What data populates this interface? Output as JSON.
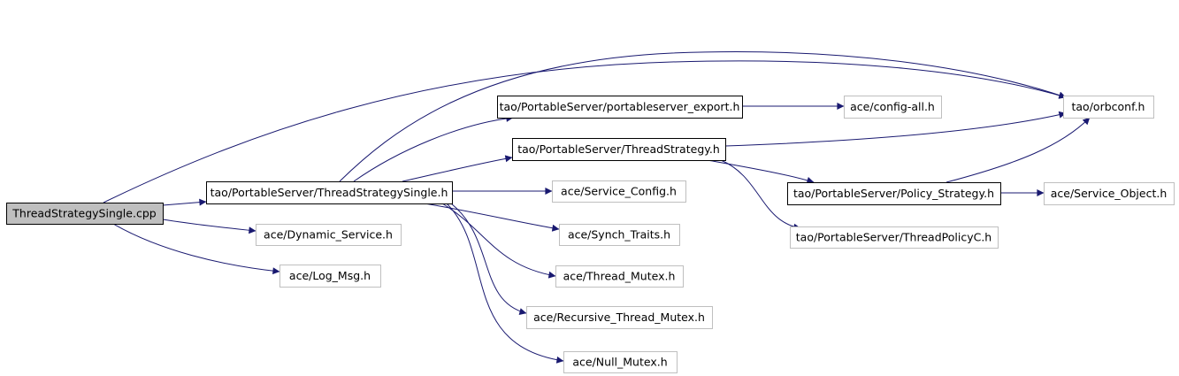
{
  "colors": {
    "edge": "#191970",
    "box_plain": "#bfbfbf",
    "box_documented": "#000000",
    "root_fill": "#bfbfbf"
  },
  "diagram": {
    "nodes": [
      {
        "id": "root",
        "label": "ThreadStrategySingle.cpp",
        "kind": "root"
      },
      {
        "id": "tss_h",
        "label": "tao/PortableServer/ThreadStrategySingle.h",
        "kind": "documented"
      },
      {
        "id": "dyn_svc",
        "label": "ace/Dynamic_Service.h",
        "kind": "plain"
      },
      {
        "id": "log_msg",
        "label": "ace/Log_Msg.h",
        "kind": "plain"
      },
      {
        "id": "ps_export",
        "label": "tao/PortableServer/portableserver_export.h",
        "kind": "documented"
      },
      {
        "id": "ts_h",
        "label": "tao/PortableServer/ThreadStrategy.h",
        "kind": "documented"
      },
      {
        "id": "svc_cfg",
        "label": "ace/Service_Config.h",
        "kind": "plain"
      },
      {
        "id": "synch",
        "label": "ace/Synch_Traits.h",
        "kind": "plain"
      },
      {
        "id": "thr_mutex",
        "label": "ace/Thread_Mutex.h",
        "kind": "plain"
      },
      {
        "id": "rec_mutex",
        "label": "ace/Recursive_Thread_Mutex.h",
        "kind": "plain"
      },
      {
        "id": "null_mutex",
        "label": "ace/Null_Mutex.h",
        "kind": "plain"
      },
      {
        "id": "cfg_all",
        "label": "ace/config-all.h",
        "kind": "plain"
      },
      {
        "id": "orbconf",
        "label": "tao/orbconf.h",
        "kind": "plain"
      },
      {
        "id": "policy",
        "label": "tao/PortableServer/Policy_Strategy.h",
        "kind": "documented"
      },
      {
        "id": "tpc",
        "label": "tao/PortableServer/ThreadPolicyC.h",
        "kind": "plain"
      },
      {
        "id": "svc_obj",
        "label": "ace/Service_Object.h",
        "kind": "plain"
      }
    ],
    "edges": [
      {
        "from": "root",
        "to": "orbconf"
      },
      {
        "from": "root",
        "to": "tss_h"
      },
      {
        "from": "root",
        "to": "dyn_svc"
      },
      {
        "from": "root",
        "to": "log_msg"
      },
      {
        "from": "tss_h",
        "to": "orbconf"
      },
      {
        "from": "tss_h",
        "to": "ps_export"
      },
      {
        "from": "tss_h",
        "to": "ts_h"
      },
      {
        "from": "tss_h",
        "to": "svc_cfg"
      },
      {
        "from": "tss_h",
        "to": "synch"
      },
      {
        "from": "tss_h",
        "to": "thr_mutex"
      },
      {
        "from": "tss_h",
        "to": "rec_mutex"
      },
      {
        "from": "tss_h",
        "to": "null_mutex"
      },
      {
        "from": "ps_export",
        "to": "cfg_all"
      },
      {
        "from": "ts_h",
        "to": "orbconf"
      },
      {
        "from": "ts_h",
        "to": "policy"
      },
      {
        "from": "ts_h",
        "to": "tpc"
      },
      {
        "from": "policy",
        "to": "orbconf"
      },
      {
        "from": "policy",
        "to": "svc_obj"
      }
    ]
  }
}
